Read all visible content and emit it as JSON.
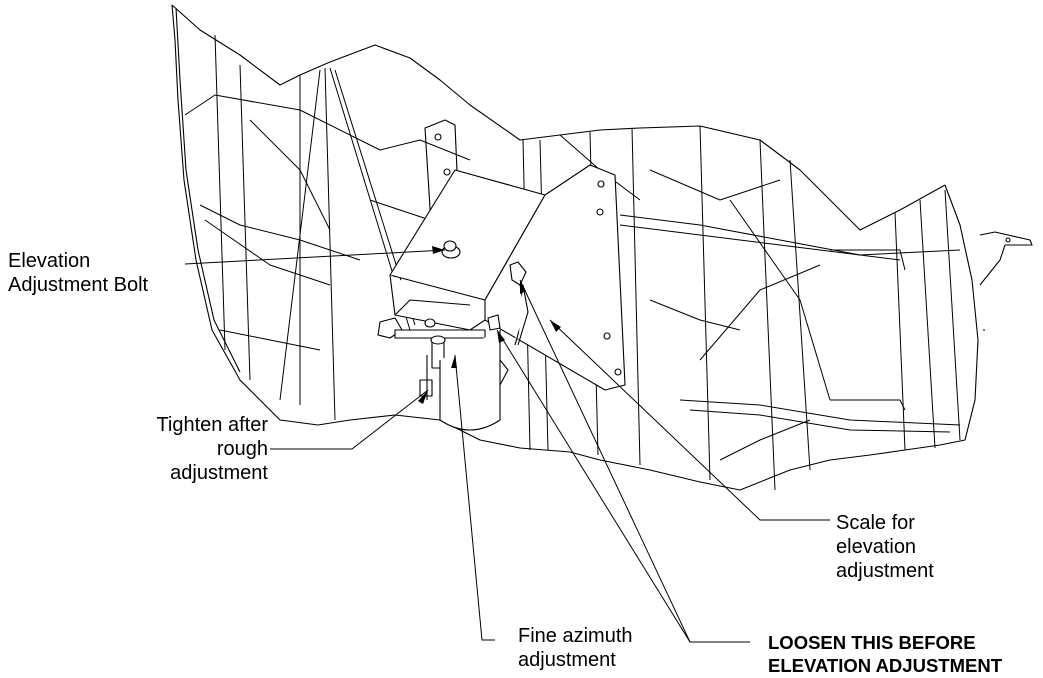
{
  "diagram": {
    "subject": "Antenna reflector mount with elevation and azimuth adjustment hardware",
    "callouts": [
      {
        "id": "elevation-bolt",
        "text": "Elevation\nAdjustment Bolt"
      },
      {
        "id": "tighten",
        "text": "Tighten after\nrough\nadjustment"
      },
      {
        "id": "fine-azimuth",
        "text": "Fine azimuth\nadjustment"
      },
      {
        "id": "scale",
        "text": "Scale for\nelevation\nadjustment"
      },
      {
        "id": "loosen",
        "text": "LOOSEN THIS BEFORE\nELEVATION ADJUSTMENT",
        "emphasis": "bold"
      }
    ],
    "colors": {
      "line": "#000000",
      "background": "#ffffff"
    }
  }
}
